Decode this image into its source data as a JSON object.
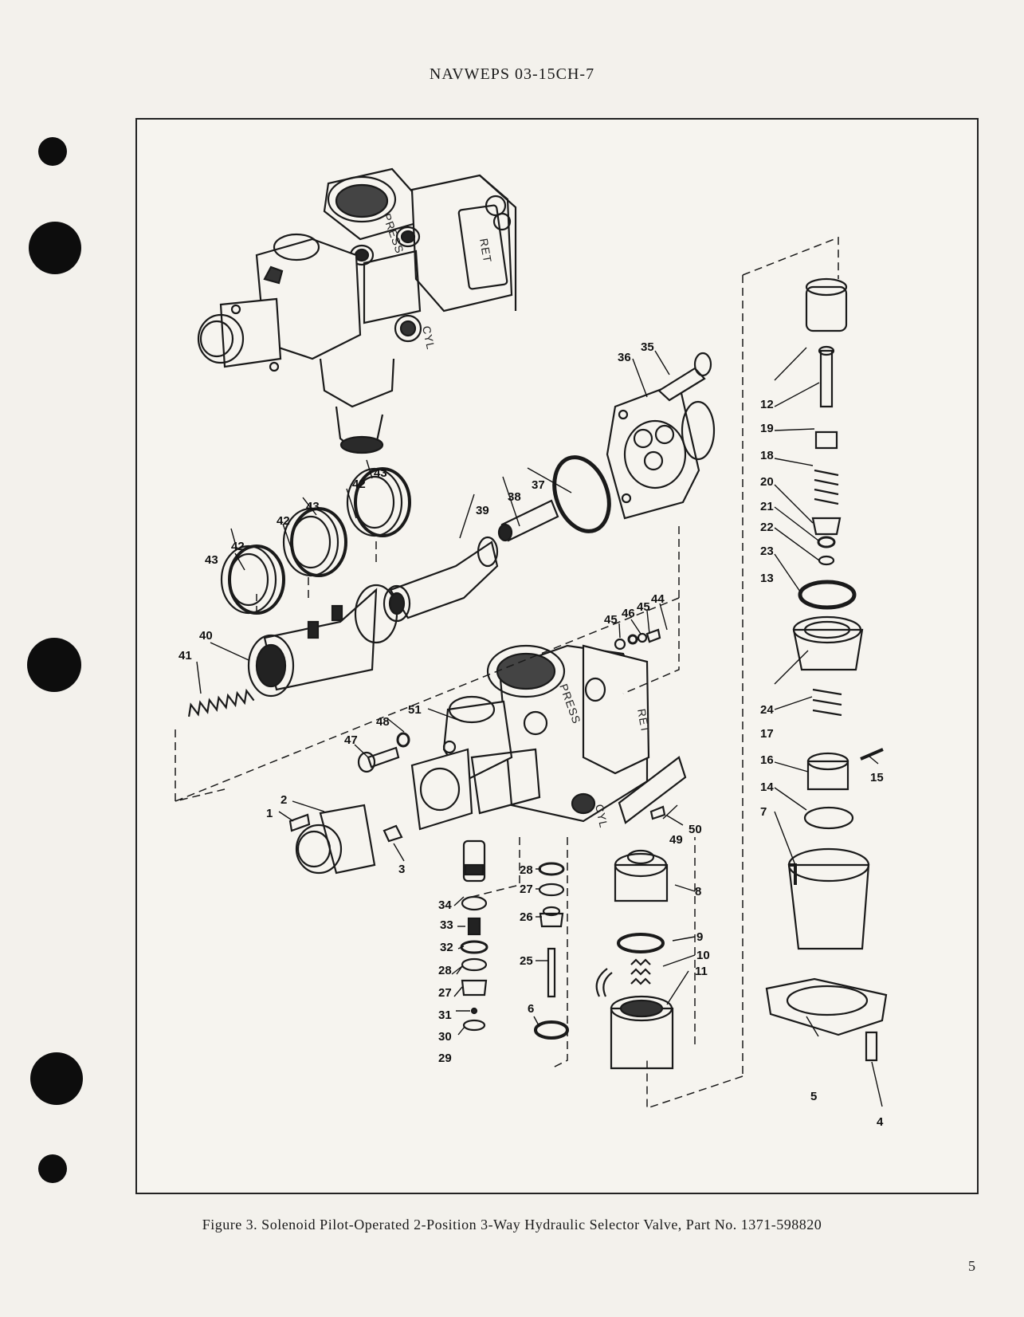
{
  "header": {
    "doc_number": "NAVWEPS 03-15CH-7"
  },
  "figure": {
    "stamped_labels": {
      "press": "PRESS",
      "ret": "RET",
      "cyl": "CYL"
    },
    "callouts": [
      "1",
      "2",
      "3",
      "4",
      "5",
      "6",
      "7",
      "8",
      "9",
      "10",
      "11",
      "12",
      "13",
      "14",
      "15",
      "16",
      "17",
      "18",
      "19",
      "20",
      "21",
      "22",
      "23",
      "24",
      "25",
      "26",
      "27",
      "28",
      "29",
      "30",
      "31",
      "32",
      "33",
      "34",
      "35",
      "36",
      "37",
      "38",
      "39",
      "40",
      "41",
      "42",
      "43",
      "44",
      "45",
      "46",
      "47",
      "48",
      "49",
      "50",
      "51"
    ],
    "repeat_callouts": [
      "42",
      "43",
      "42",
      "43",
      "45",
      "28",
      "27"
    ]
  },
  "caption": "Figure 3.  Solenoid Pilot-Operated 2-Position 3-Way Hydraulic Selector Valve,  Part No.  1371-598820",
  "page_number": "5"
}
